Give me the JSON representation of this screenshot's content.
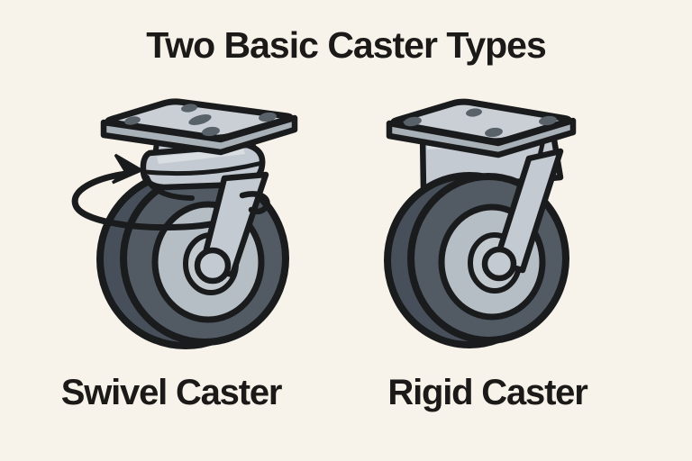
{
  "title": "Two Basic Caster Types",
  "casters": [
    {
      "id": "swivel",
      "label": "Swivel Caster",
      "illustration": "swivel-caster-with-rotation-arrow"
    },
    {
      "id": "rigid",
      "label": "Rigid Caster",
      "illustration": "rigid-caster"
    }
  ],
  "icons": [
    "rotation-arrow-icon"
  ],
  "colors": {
    "background": "#f8f3ea",
    "text": "#1b1a18",
    "outline": "#1a1b1d",
    "plate-metal": "#c9cfd5",
    "metal": "#c3cad1",
    "metal-shadow": "#a9b1b8",
    "metal-highlight": "#dde2e6",
    "tire": "#525b64",
    "tire-side": "#47505a",
    "hub": "#b6bec5",
    "hub-inner": "#c2c9cf",
    "bolt-hole": "#596169"
  }
}
